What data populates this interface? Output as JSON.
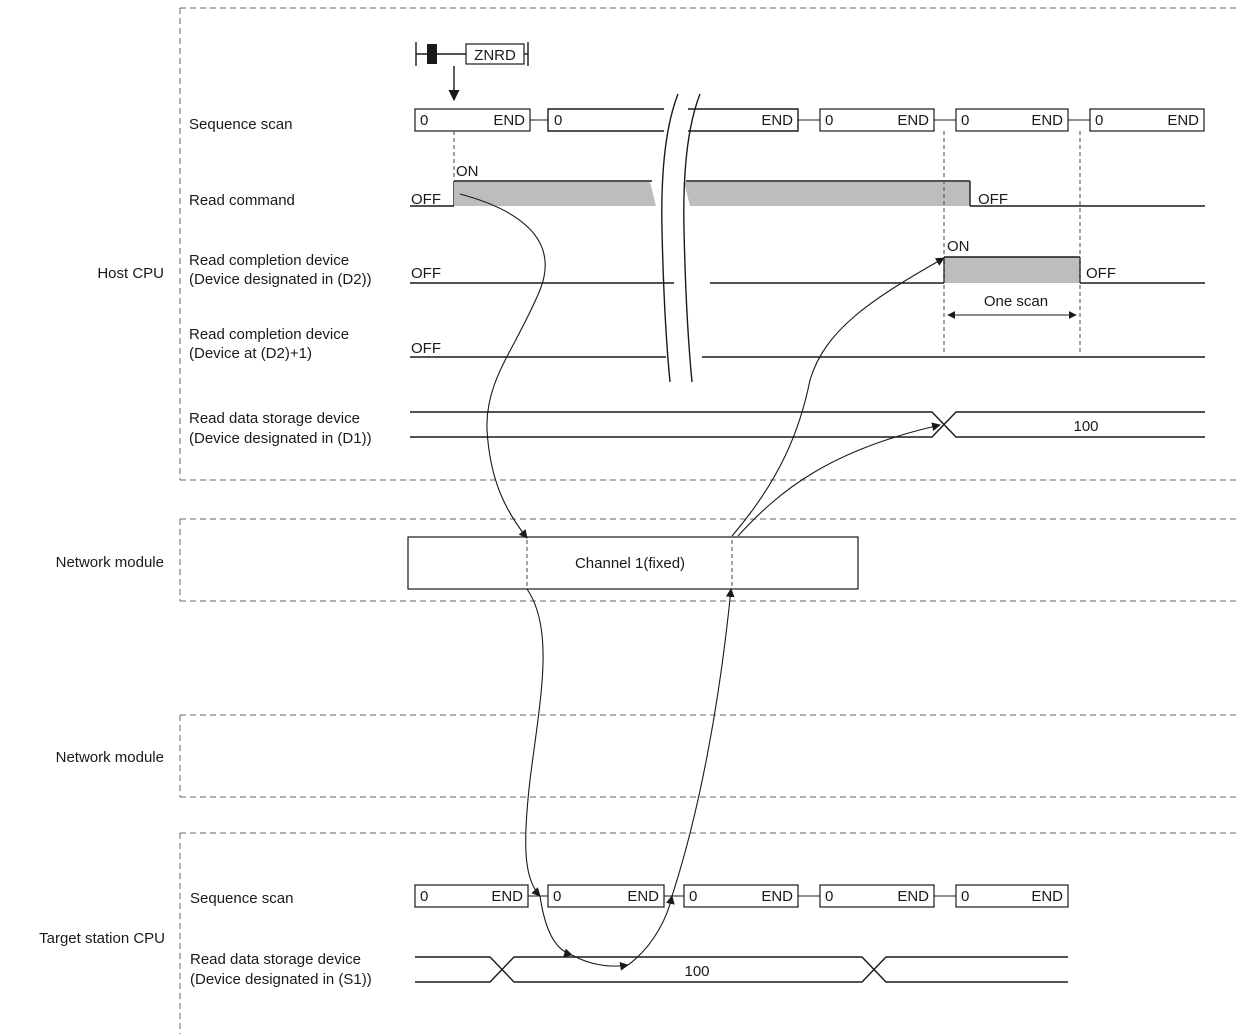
{
  "instruction": "ZNRD",
  "sections": {
    "host_cpu": "Host CPU",
    "network_module_1": "Network module",
    "network_module_2": "Network module",
    "target_cpu": "Target station CPU"
  },
  "rows": {
    "sequence_scan": "Sequence scan",
    "read_command": "Read command",
    "read_completion_d2_line1": "Read completion device",
    "read_completion_d2_line2": "(Device designated in (D2))",
    "read_completion_d2p1_line1": "Read completion device",
    "read_completion_d2p1_line2": "(Device at (D2)+1)",
    "read_data_d1_line1": "Read data storage device",
    "read_data_d1_line2": "(Device designated in (D1))",
    "target_sequence_scan": "Sequence scan",
    "read_data_s1_line1": "Read data storage device",
    "read_data_s1_line2": "(Device designated in (S1))"
  },
  "scan_start": "0",
  "scan_end": "END",
  "states": {
    "on": "ON",
    "off": "OFF"
  },
  "one_scan": "One scan",
  "channel": "Channel 1(fixed)",
  "value_d1": "100",
  "value_s1": "100"
}
